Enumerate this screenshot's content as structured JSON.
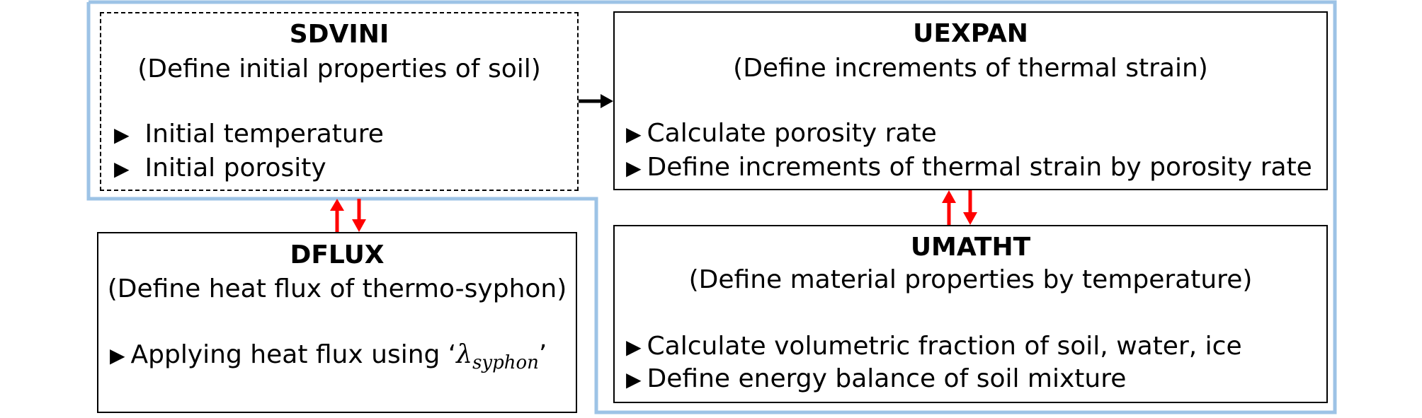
{
  "diagram": {
    "sdvini": {
      "title": "SDVINI",
      "subtitle": "(Define initial properties of soil)",
      "items": [
        "Initial temperature",
        "Initial porosity"
      ]
    },
    "uexpan": {
      "title": "UEXPAN",
      "subtitle": "(Define increments of thermal strain)",
      "items": [
        "Calculate porosity rate",
        "Define increments of thermal strain by porosity rate"
      ]
    },
    "dflux": {
      "title": "DFLUX",
      "subtitle": "(Define heat flux of thermo-syphon)",
      "item_prefix": "Applying heat flux using ‘",
      "symbol": "λ",
      "symbol_sub": "syphon",
      "item_suffix": "’"
    },
    "umatht": {
      "title": "UMATHT",
      "subtitle": "(Define material properties by temperature)",
      "items": [
        "Calculate volumetric fraction of soil, water, ice",
        "Define energy balance of soil mixture"
      ]
    },
    "bullet_glyph": "▶",
    "colors": {
      "outline": "#9DC3E6",
      "link_arrow": "#000000",
      "exchange_arrow": "#FF0000"
    }
  }
}
